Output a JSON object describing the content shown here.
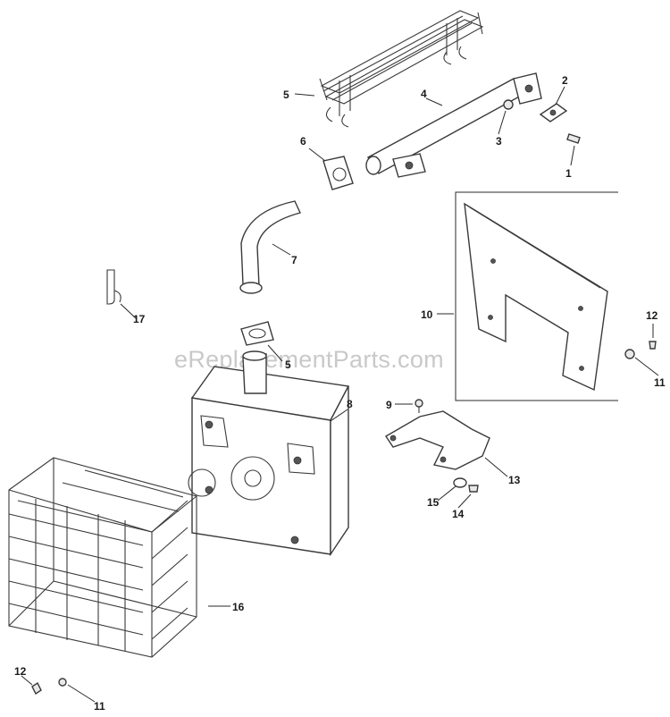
{
  "watermark": "eReplacementParts.com",
  "callouts": {
    "c1": "1",
    "c2": "2",
    "c3": "3",
    "c4": "4",
    "c5_top": "5",
    "c5_mid": "5",
    "c6": "6",
    "c7": "7",
    "c8": "8",
    "c9": "9",
    "c10": "10",
    "c11_right": "11",
    "c11_bottom": "11",
    "c12_right": "12",
    "c12_bottom": "12",
    "c13": "13",
    "c14": "14",
    "c15": "15",
    "c16": "16",
    "c17": "17"
  }
}
